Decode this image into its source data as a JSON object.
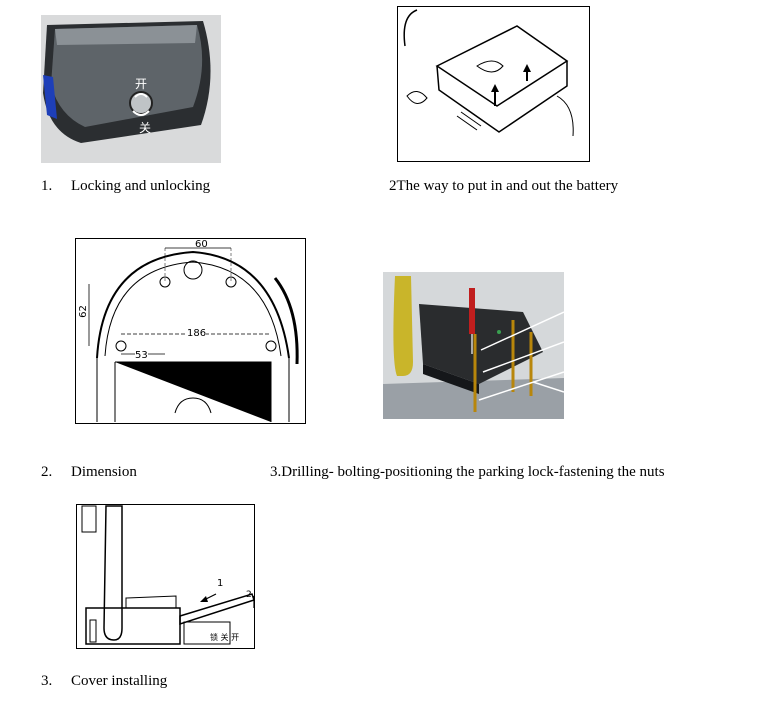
{
  "captions": {
    "c1": {
      "num": "1.",
      "text": "Locking and unlocking"
    },
    "c2": {
      "text": "2The way to put in and out the battery"
    },
    "c3": {
      "num": "2.",
      "text": "Dimension"
    },
    "c4": {
      "text": "3.Drilling- bolting-positioning the parking lock-fastening the nuts"
    },
    "c5": {
      "num": "3.",
      "text": "Cover installing"
    }
  },
  "figure_labels": {
    "lock_open": "开",
    "lock_close": "关",
    "dim_top": "60",
    "dim_left": "62",
    "dim_mid": "186",
    "dim_small": "53",
    "cover_arrow1": "1",
    "cover_arrow2": "2",
    "cover_text": "锁 关 开"
  }
}
